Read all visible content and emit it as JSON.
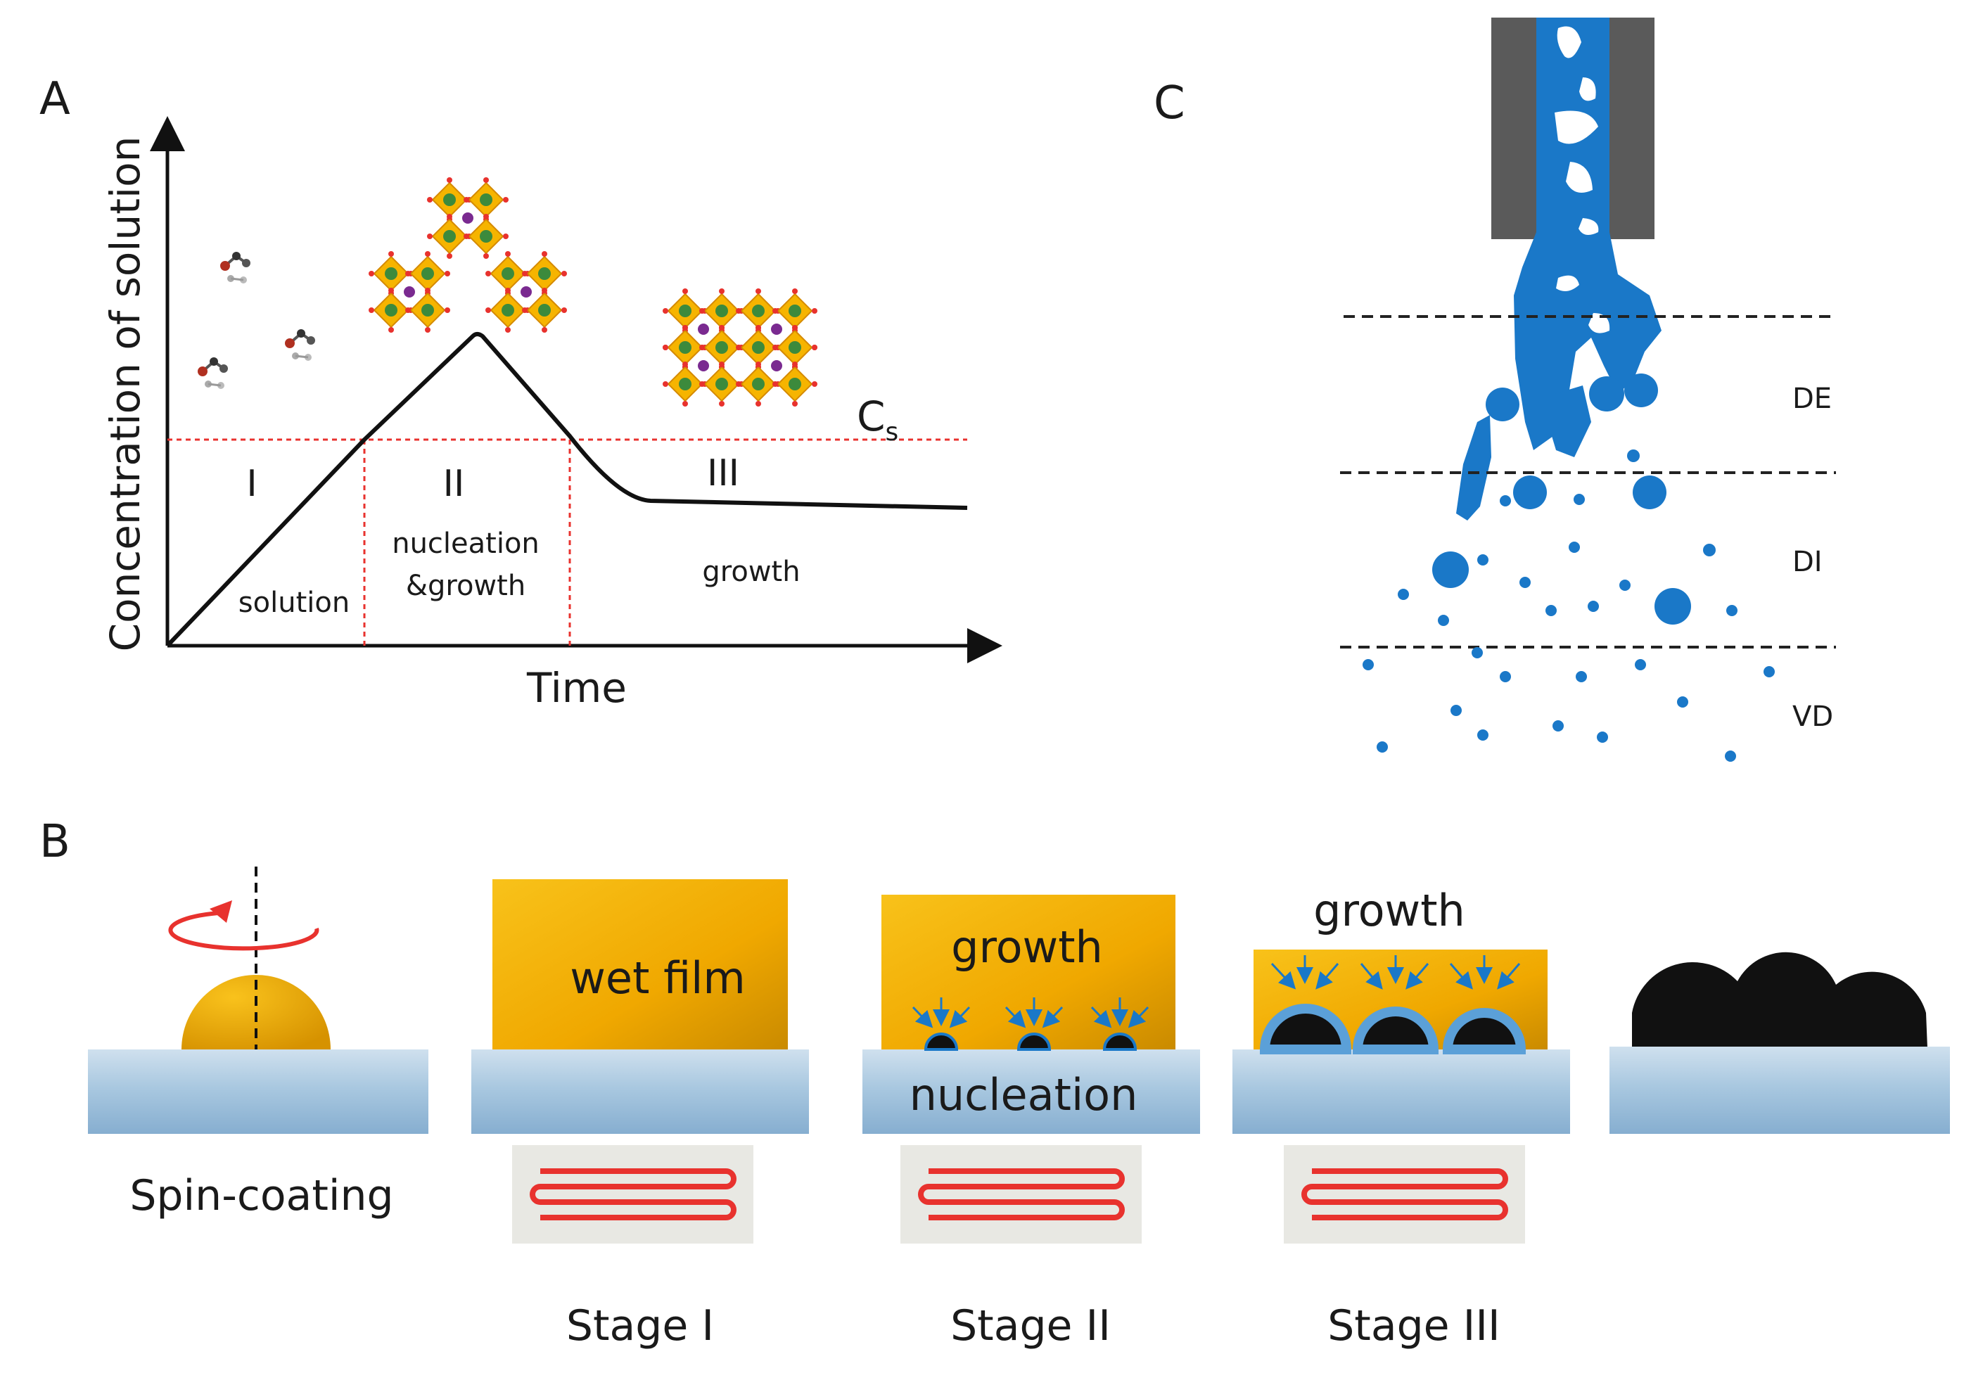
{
  "panel_a": {
    "letter": "A",
    "y_axis_label": "Concentration of solution",
    "x_axis_label": "Time",
    "cs_label": "C",
    "cs_subscript": "s",
    "stages": [
      {
        "numeral": "I",
        "description": "solution"
      },
      {
        "numeral": "II",
        "description_line1": "nucleation",
        "description_line2": "&growth"
      },
      {
        "numeral": "III",
        "description": "growth"
      }
    ]
  },
  "panel_b": {
    "letter": "B",
    "spin_label": "Spin-coating",
    "wet_film_label": "wet film",
    "growth_label_stage2": "growth",
    "nucleation_label": "nucleation",
    "growth_label_stage3": "growth",
    "stage_labels": [
      "Stage I",
      "Stage II",
      "Stage III"
    ]
  },
  "panel_c": {
    "letter": "C",
    "zones": [
      "DE",
      "DI",
      "VD"
    ]
  },
  "colors": {
    "film": "#f6b400",
    "substrate": "#a9c8e0",
    "heater": "#e8322e",
    "spray": "#1a78c8",
    "nozzle": "#5a5a5a",
    "guide_red": "#e8322e"
  }
}
